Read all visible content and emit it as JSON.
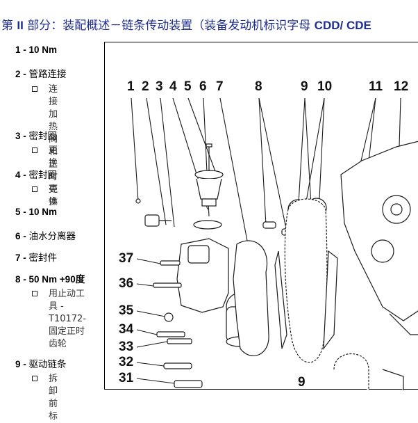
{
  "header": {
    "title_prefix": "第 ",
    "title_roman": "II",
    "title_mid": " 部分：装配概述－链条传动装置（装备发动机标识字母 ",
    "title_codes": "CDD/ CDE"
  },
  "legend": {
    "items": [
      {
        "num": "1 -",
        "text": "10 Nm",
        "sub": []
      },
      {
        "num": "2 -",
        "text": "管路连接",
        "sub": [
          "连接加热",
          "阀和正时",
          "壳体"
        ]
      },
      {
        "num": "3 -",
        "text": "密封圈",
        "sub": [
          "更换"
        ]
      },
      {
        "num": "4 -",
        "text": "密封圈",
        "sub": [
          "更换"
        ]
      },
      {
        "num": "5 -",
        "text": "10 Nm",
        "sub": []
      },
      {
        "num": "6 -",
        "text": "油水分离器",
        "sub": []
      },
      {
        "num": "7 -",
        "text": "密封件",
        "sub": []
      },
      {
        "num": "8 -",
        "text": "50 Nm +90度",
        "sub": [
          "用止动工",
          "具 -",
          "T10172-",
          "固定正时",
          "齿轮"
        ]
      },
      {
        "num": "9 -",
        "text": "驱动链条",
        "sub": [
          "拆卸前标"
        ]
      }
    ]
  },
  "figure": {
    "top_callouts": [
      "1",
      "2",
      "3",
      "4",
      "5",
      "6",
      "7",
      "8",
      "9",
      "10",
      "11",
      "12"
    ],
    "left_callouts": [
      "37",
      "36",
      "35",
      "34",
      "33",
      "32",
      "31"
    ],
    "bottom_callout": "9",
    "line_color": "#1a1a1a",
    "gray_color": "#777777"
  }
}
